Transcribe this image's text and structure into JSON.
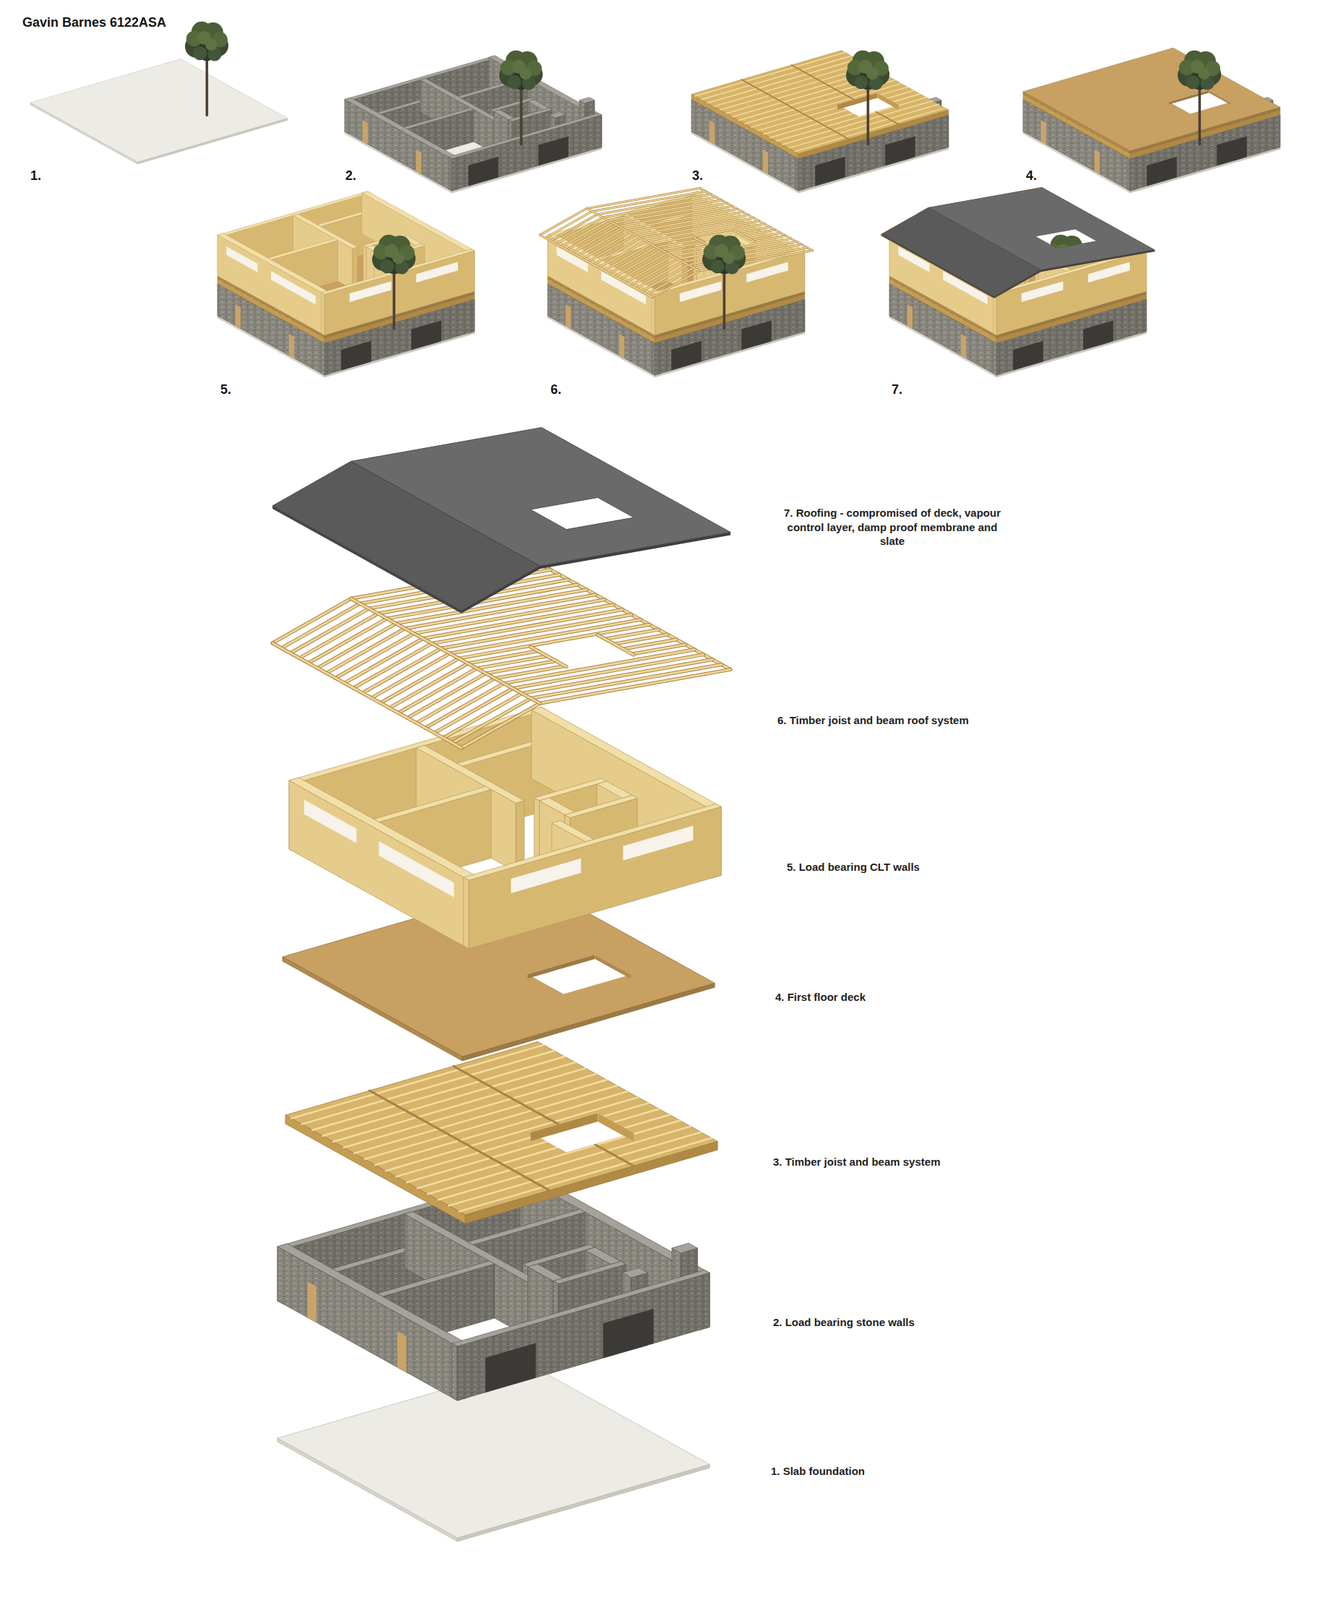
{
  "diagram": {
    "title": "Gavin Barnes 6122ASA",
    "labels": [
      "1.",
      "2.",
      "3.",
      "4.",
      "5.",
      "6.",
      "7.",
      "7. Roofing - compromised of deck, vapour control layer, damp proof membrane and slate",
      "6. Timber joist and beam roof system",
      "5. Load bearing CLT walls",
      "4. First floor deck",
      "3. Timber joist and beam system",
      "2. Load bearing stone walls",
      "1. Slab foundation"
    ]
  }
}
